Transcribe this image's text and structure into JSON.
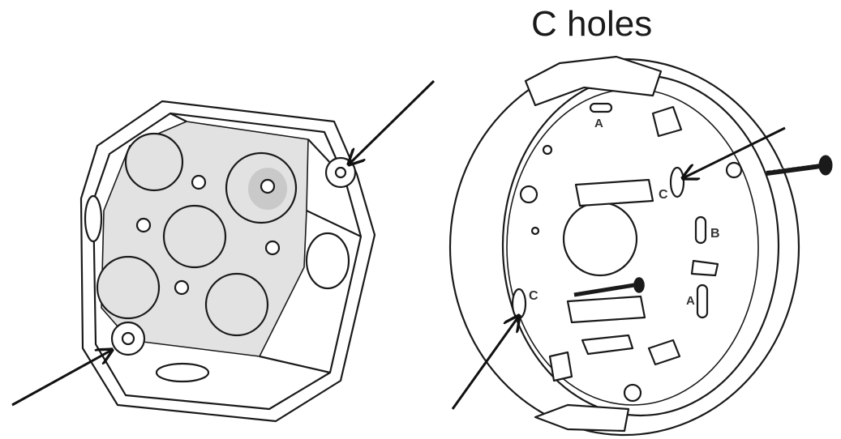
{
  "figure": {
    "title": "C holes",
    "labels": {
      "a_top": "A",
      "c_right": "C",
      "b_right": "B",
      "c_left": "C",
      "a_bottom": "A"
    }
  },
  "colors": {
    "line": "#1a1a1a",
    "box_fill": "#ffffff",
    "box_interior": "#e2e2e2",
    "highlight": "#c9c9c9",
    "arrow": "#111111"
  }
}
